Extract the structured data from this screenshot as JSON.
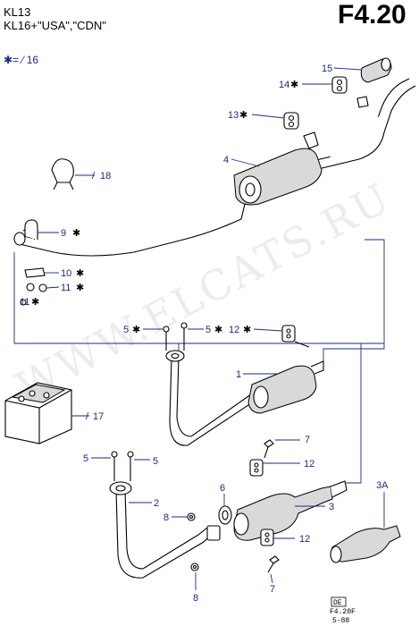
{
  "header": {
    "model_line1": "KL13",
    "model_line2": "KL16+\"USA\",\"CDN\"",
    "legend": "✱= ∕ 16",
    "page_code": "F4.20"
  },
  "watermark": "WWW.ELCATS.RU",
  "callouts": {
    "c15": "15",
    "c14": "14",
    "c13": "13",
    "c4": "4",
    "c18": "18",
    "c9": "9",
    "c10": "10",
    "c11a": "11",
    "c11b": "11",
    "c5a": "5",
    "c5b": "5",
    "c12a": "12",
    "c1": "1",
    "c17": "17",
    "c7a": "7",
    "c5c": "5",
    "c5d": "5",
    "c12b": "12",
    "c2": "2",
    "c6": "6",
    "c3": "3",
    "c3a": "3A",
    "c8a": "8",
    "c12c": "12",
    "c8b": "8",
    "c7b": "7"
  },
  "footer": {
    "lang": "DE",
    "ref": "F4.20F",
    "date": "5-88"
  }
}
